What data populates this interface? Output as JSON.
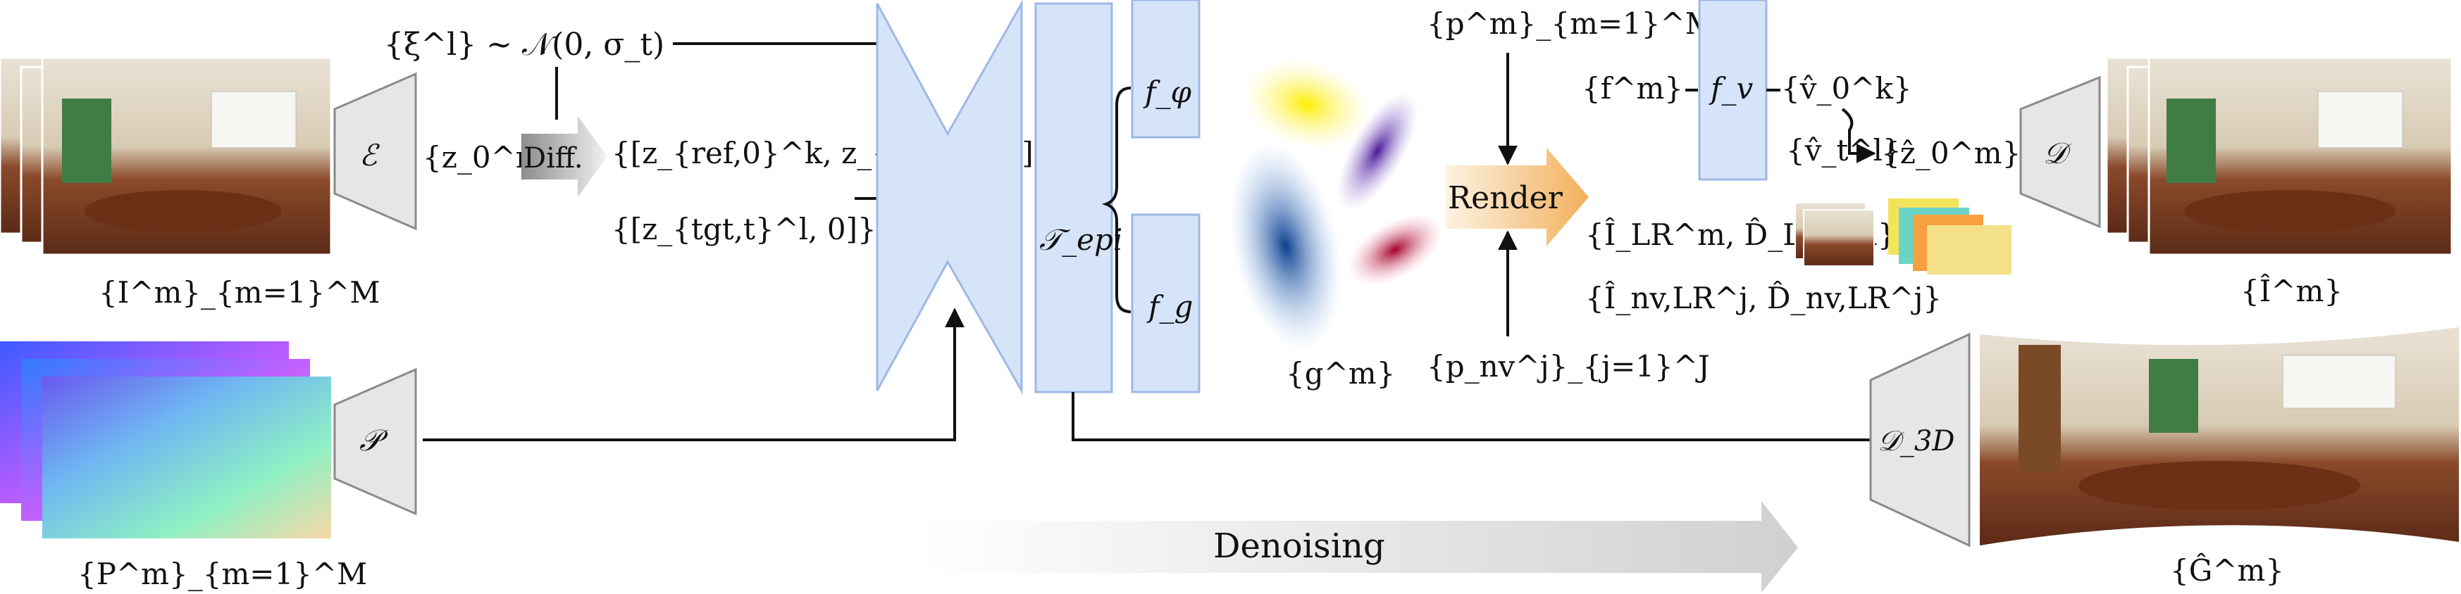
{
  "labels": {
    "noise": "{ξ^l} ~ 𝒩(0, σ_t)",
    "latents_in": "{z_0^m}",
    "diff_block": "Diff.",
    "ref_latents": "{[z_{ref,0}^k, z_{ref,0}^k]}_k",
    "tgt_latents": "{[z_{tgt,t}^l, 0]}_l",
    "encoder_E": "ℰ",
    "encoder_P": "𝒫",
    "images_caption": "{I^m}_{m=1}^M",
    "plucker_caption": "{P^m}_{m=1}^M",
    "transformer": "𝒯_epi",
    "head_phi": "f_φ",
    "head_g": "f_g",
    "gaussians_caption": "{g^m}",
    "poses_top": "{p^m}_{m=1}^M",
    "poses_bottom": "{p_nv^j}_{j=1}^J",
    "render_block": "Render",
    "features": "{f^m}",
    "head_v": "f_v",
    "v0_hat": "{v̂_0^k}",
    "vt_hat": "{v̂_t^l}",
    "z0_hat": "{ẑ_0^m}",
    "rendered_lr": "{Î_LR^m, D̂_LR^m}",
    "rendered_nv": "{Î_nv,LR^j, D̂_nv,LR^j}",
    "decoder_D": "𝒟",
    "decoder_D3D": "𝒟_3D",
    "output_images_caption": "{Î^m}",
    "output_gaussians_caption": "{Ĝ^m}",
    "denoising": "Denoising"
  },
  "colors": {
    "block_fill": "#d6e4fa",
    "block_stroke": "#9db8e6",
    "trap_fill": "#e6e6e6",
    "trap_stroke": "#8a8a8a",
    "render_orange": "#f2b66b",
    "arrow": "#111111"
  },
  "icons": {
    "input_photos": "dining-room-photo-stack",
    "plucker_maps": "color-gradient-stack",
    "gaussian_splats": "colored-ellipses",
    "rendered_thumbnails": "rgb-depth-thumbnails",
    "output_photos": "dining-room-photo-stack",
    "output_3d": "3d-gaussian-scene"
  }
}
